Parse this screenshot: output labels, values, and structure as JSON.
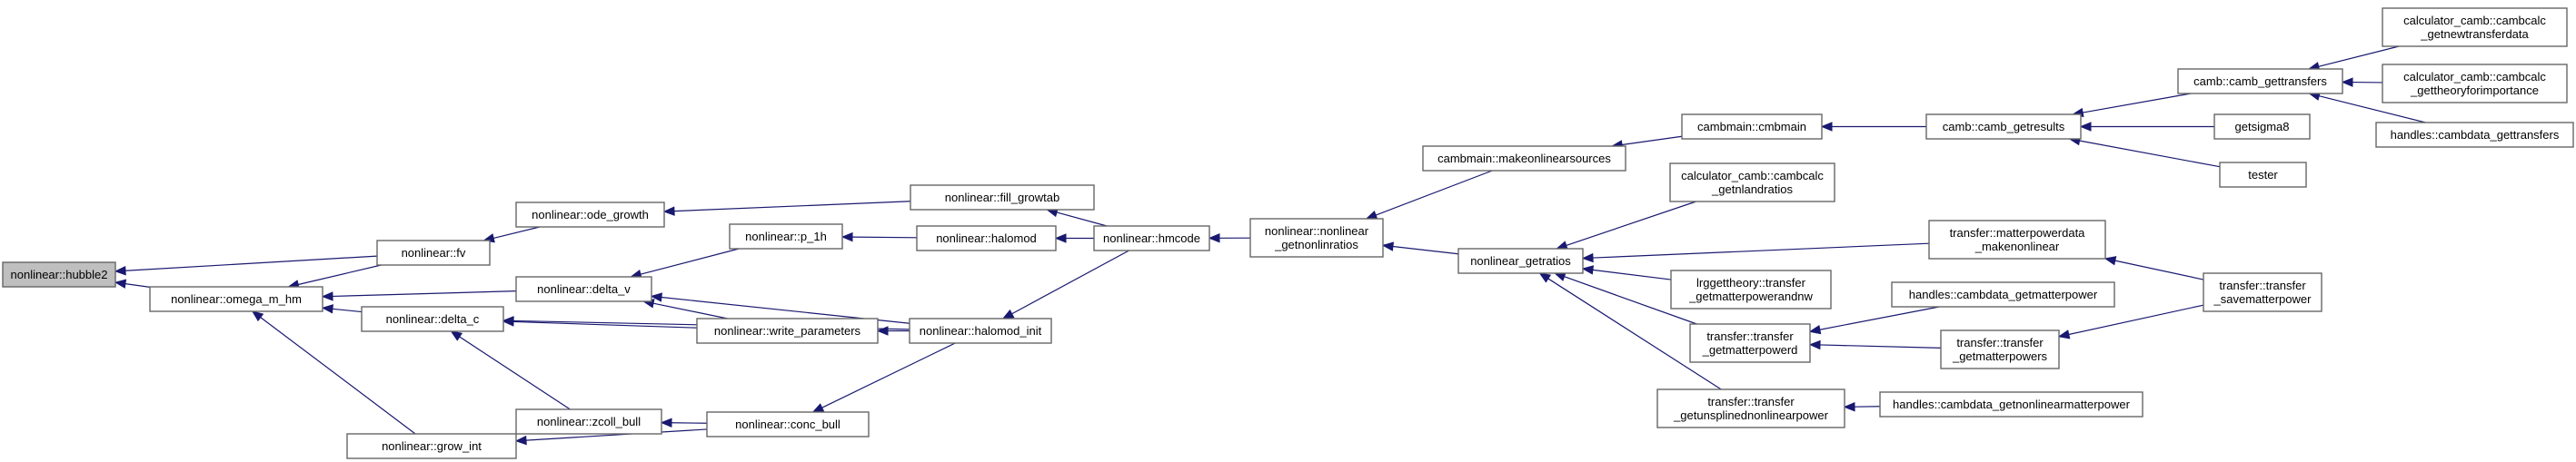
{
  "colors": {
    "edge": "#191970",
    "node_border": "#666666",
    "root_fill": "#bfbfbf",
    "node_fill": "#ffffff"
  },
  "nodes": [
    {
      "id": "hubble2",
      "lines": [
        "nonlinear::hubble2"
      ],
      "root": true
    },
    {
      "id": "omega_m_hm",
      "lines": [
        "nonlinear::omega_m_hm"
      ]
    },
    {
      "id": "fv",
      "lines": [
        "nonlinear::fv"
      ]
    },
    {
      "id": "delta_c",
      "lines": [
        "nonlinear::delta_c"
      ]
    },
    {
      "id": "grow_int",
      "lines": [
        "nonlinear::grow_int"
      ]
    },
    {
      "id": "ode_growth",
      "lines": [
        "nonlinear::ode_growth"
      ]
    },
    {
      "id": "delta_v",
      "lines": [
        "nonlinear::delta_v"
      ]
    },
    {
      "id": "zcoll_bull",
      "lines": [
        "nonlinear::zcoll_bull"
      ]
    },
    {
      "id": "p_1h",
      "lines": [
        "nonlinear::p_1h"
      ]
    },
    {
      "id": "write_parameters",
      "lines": [
        "nonlinear::write_parameters"
      ]
    },
    {
      "id": "conc_bull",
      "lines": [
        "nonlinear::conc_bull"
      ]
    },
    {
      "id": "fill_growtab",
      "lines": [
        "nonlinear::fill_growtab"
      ]
    },
    {
      "id": "halomod",
      "lines": [
        "nonlinear::halomod"
      ]
    },
    {
      "id": "halomod_init",
      "lines": [
        "nonlinear::halomod_init"
      ]
    },
    {
      "id": "hmcode",
      "lines": [
        "nonlinear::hmcode"
      ]
    },
    {
      "id": "getnonlinratios",
      "lines": [
        "nonlinear::nonlinear",
        "_getnonlinratios"
      ]
    },
    {
      "id": "makeonlinearsources",
      "lines": [
        "cambmain::makeonlinearsources"
      ]
    },
    {
      "id": "getratios",
      "lines": [
        "nonlinear_getratios"
      ]
    },
    {
      "id": "cmbmain",
      "lines": [
        "cambmain::cmbmain"
      ]
    },
    {
      "id": "calc_getnlandratios",
      "lines": [
        "calculator_camb::cambcalc",
        "_getnlandratios"
      ]
    },
    {
      "id": "lrg_transfer",
      "lines": [
        "lrggettheory::transfer",
        "_getmatterpowerandnw"
      ]
    },
    {
      "id": "transfer_getmatterpowerd",
      "lines": [
        "transfer::transfer",
        "_getmatterpowerd"
      ]
    },
    {
      "id": "transfer_getunsplined",
      "lines": [
        "transfer::transfer",
        "_getunsplinednonlinearpower"
      ]
    },
    {
      "id": "camb_getresults",
      "lines": [
        "camb::camb_getresults"
      ]
    },
    {
      "id": "mpd_makenonlinear",
      "lines": [
        "transfer::matterpowerdata",
        "_makenonlinear"
      ]
    },
    {
      "id": "handles_getmatterpower",
      "lines": [
        "handles::cambdata_getmatterpower"
      ]
    },
    {
      "id": "transfer_getmatterpowers",
      "lines": [
        "transfer::transfer",
        "_getmatterpowers"
      ]
    },
    {
      "id": "handles_getnonlinear",
      "lines": [
        "handles::cambdata_getnonlinearmatterpower"
      ]
    },
    {
      "id": "camb_gettransfers",
      "lines": [
        "camb::camb_gettransfers"
      ]
    },
    {
      "id": "getsigma8",
      "lines": [
        "getsigma8"
      ]
    },
    {
      "id": "tester",
      "lines": [
        "tester"
      ]
    },
    {
      "id": "savematterpower",
      "lines": [
        "transfer::transfer",
        "_savematterpower"
      ]
    },
    {
      "id": "calc_getnewtransferdata",
      "lines": [
        "calculator_camb::cambcalc",
        "_getnewtransferdata"
      ]
    },
    {
      "id": "calc_gettheoryforimportance",
      "lines": [
        "calculator_camb::cambcalc",
        "_gettheoryforimportance"
      ]
    },
    {
      "id": "handles_gettransfers",
      "lines": [
        "handles::cambdata_gettransfers"
      ]
    }
  ],
  "edges": [
    [
      "omega_m_hm",
      "hubble2"
    ],
    [
      "fv",
      "hubble2"
    ],
    [
      "fv",
      "omega_m_hm"
    ],
    [
      "delta_v",
      "omega_m_hm"
    ],
    [
      "delta_c",
      "omega_m_hm"
    ],
    [
      "grow_int",
      "omega_m_hm"
    ],
    [
      "ode_growth",
      "fv"
    ],
    [
      "write_parameters",
      "delta_v"
    ],
    [
      "halomod_init",
      "delta_v"
    ],
    [
      "p_1h",
      "delta_v"
    ],
    [
      "write_parameters",
      "delta_c"
    ],
    [
      "halomod_init",
      "delta_c"
    ],
    [
      "zcoll_bull",
      "delta_c"
    ],
    [
      "conc_bull",
      "grow_int"
    ],
    [
      "conc_bull",
      "zcoll_bull"
    ],
    [
      "fill_growtab",
      "ode_growth"
    ],
    [
      "halomod",
      "p_1h"
    ],
    [
      "halomod_init",
      "write_parameters"
    ],
    [
      "halomod_init",
      "conc_bull"
    ],
    [
      "hmcode",
      "fill_growtab"
    ],
    [
      "hmcode",
      "halomod"
    ],
    [
      "hmcode",
      "halomod_init"
    ],
    [
      "getnonlinratios",
      "hmcode"
    ],
    [
      "makeonlinearsources",
      "getnonlinratios"
    ],
    [
      "getratios",
      "getnonlinratios"
    ],
    [
      "cmbmain",
      "makeonlinearsources"
    ],
    [
      "camb_getresults",
      "cmbmain"
    ],
    [
      "camb_gettransfers",
      "camb_getresults"
    ],
    [
      "getsigma8",
      "camb_getresults"
    ],
    [
      "tester",
      "camb_getresults"
    ],
    [
      "calc_getnewtransferdata",
      "camb_gettransfers"
    ],
    [
      "calc_gettheoryforimportance",
      "camb_gettransfers"
    ],
    [
      "handles_gettransfers",
      "camb_gettransfers"
    ],
    [
      "calc_getnlandratios",
      "getratios"
    ],
    [
      "mpd_makenonlinear",
      "getratios"
    ],
    [
      "lrg_transfer",
      "getratios"
    ],
    [
      "transfer_getmatterpowerd",
      "getratios"
    ],
    [
      "transfer_getunsplined",
      "getratios"
    ],
    [
      "savematterpower",
      "mpd_makenonlinear"
    ],
    [
      "handles_getmatterpower",
      "transfer_getmatterpowerd"
    ],
    [
      "transfer_getmatterpowers",
      "transfer_getmatterpowerd"
    ],
    [
      "savematterpower",
      "transfer_getmatterpowers"
    ],
    [
      "handles_getnonlinear",
      "transfer_getunsplined"
    ]
  ]
}
